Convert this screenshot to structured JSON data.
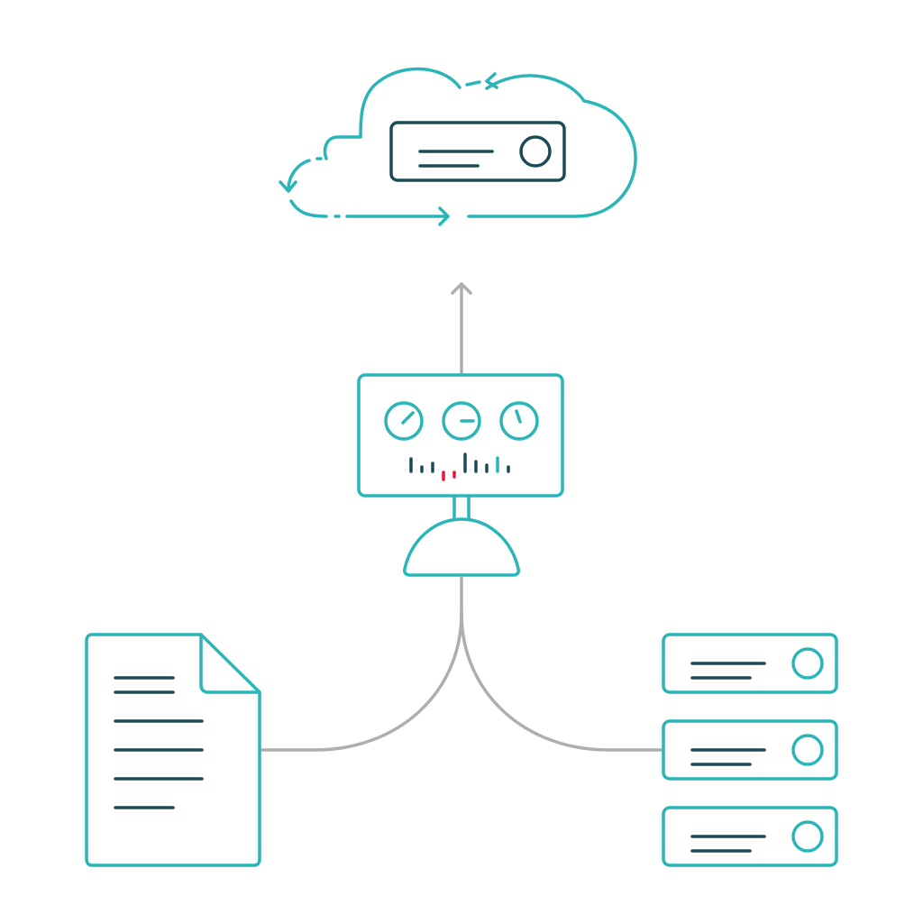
{
  "diagram": {
    "nodes": [
      {
        "id": "cloud",
        "icon": "cloud-icon",
        "contains": "cloud-server-icon"
      },
      {
        "id": "monitor",
        "icon": "monitoring-panel-icon",
        "gauges": [
          "gauge-icon",
          "gauge-icon",
          "gauge-icon"
        ]
      },
      {
        "id": "splitter",
        "icon": "dome-connector-icon"
      },
      {
        "id": "document",
        "icon": "document-icon"
      },
      {
        "id": "servers",
        "icon": "server-rack-icon",
        "count": 3
      }
    ],
    "edges": [
      {
        "from": "monitor",
        "to": "cloud",
        "style": "arrow"
      },
      {
        "from": "document",
        "to": "splitter",
        "style": "curve"
      },
      {
        "from": "servers",
        "to": "splitter",
        "style": "curve"
      }
    ],
    "colors": {
      "accent": "#2ab5b8",
      "dark": "#1b4b57",
      "connector": "#aeaeae",
      "alert": "#e5173f",
      "background": "#ffffff"
    }
  }
}
